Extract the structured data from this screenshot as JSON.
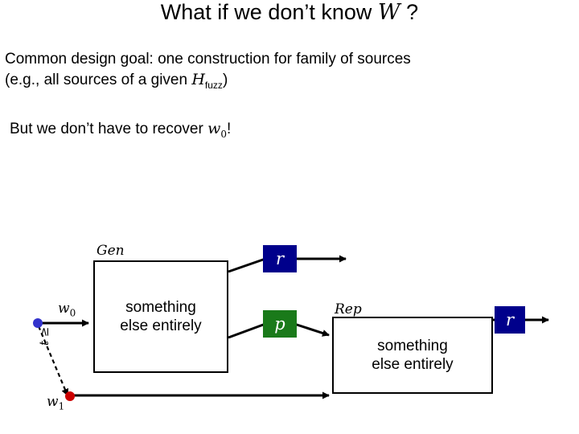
{
  "slide": {
    "title": {
      "prefix": "What if we don’t know ",
      "variable": "W",
      "suffix": " ?"
    },
    "body": {
      "goal_line1": "Common design goal: one construction for family of sources",
      "goal_line2_prefix": "(e.g., all sources of a given ",
      "goal_line2_var": "H",
      "goal_line2_sub": "fuzz",
      "goal_line2_suffix": ")",
      "recover_prefix": "But we don’t have to recover ",
      "recover_var": "w",
      "recover_sub": "0",
      "recover_suffix": "!"
    },
    "diagram": {
      "gen_label": "Gen",
      "gen_box_text_line1": "something",
      "gen_box_text_line2": "else entirely",
      "rep_label": "Rep",
      "rep_box_text_line1": "something",
      "rep_box_text_line2": "else entirely",
      "chip_r_top": "r",
      "chip_p": "p",
      "chip_r_right": "r",
      "node_w0_var": "w",
      "node_w0_sub": "0",
      "node_w1_var": "w",
      "node_w1_sub": "1",
      "distance_label": "t ≥",
      "colors": {
        "chip_r_background": "#00008B",
        "chip_p_background": "#1a7a1a",
        "node_w0_dot": "#3333cc",
        "node_w1_dot": "#cc0000",
        "line": "#000000"
      }
    }
  }
}
